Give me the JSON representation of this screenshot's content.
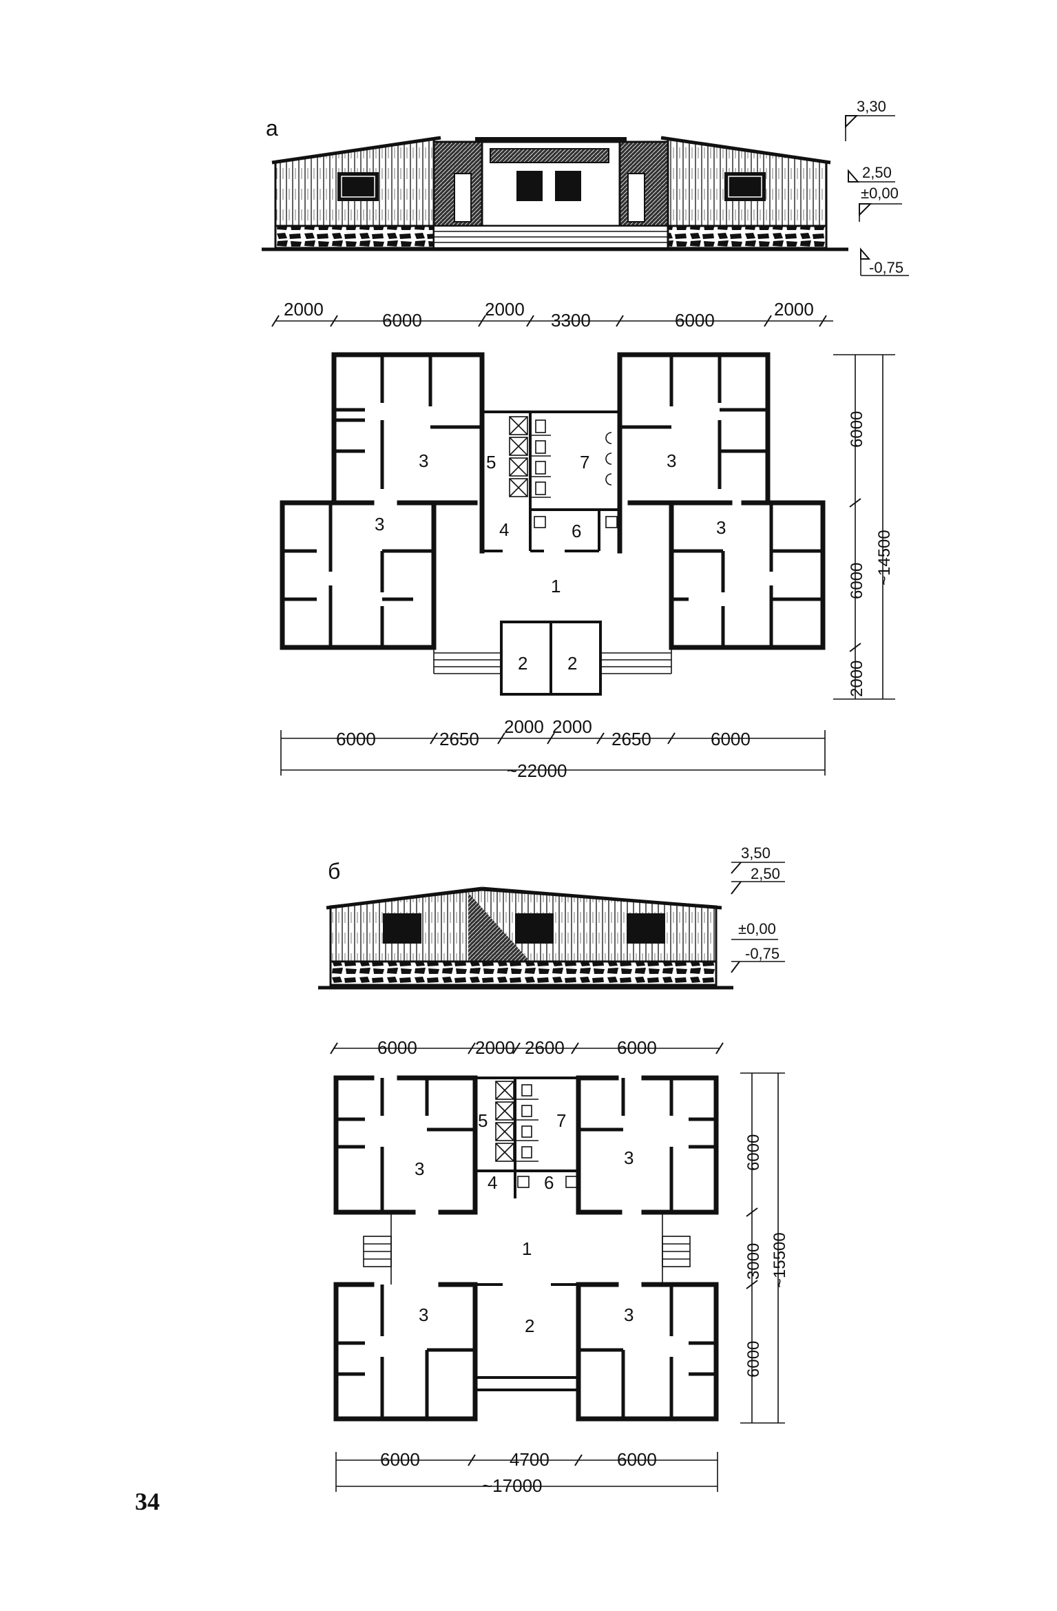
{
  "page_number": "34",
  "variant_a": {
    "label": "а",
    "levels": [
      "3,30",
      "2,50",
      "±0,00",
      "-0,75"
    ],
    "top_dims": [
      "2000",
      "6000",
      "2000",
      "3300",
      "6000",
      "2000"
    ],
    "right_dims": [
      "6000",
      "6000",
      "2000"
    ],
    "right_total": "~14500",
    "bottom_dims": [
      "6000",
      "2650",
      "2000",
      "2000",
      "2650",
      "6000"
    ],
    "bottom_total": "~22000",
    "rooms": {
      "r1": "1",
      "r2a": "2",
      "r2b": "2",
      "r3a": "3",
      "r3b": "3",
      "r3c": "3",
      "r3d": "3",
      "r4": "4",
      "r5": "5",
      "r6": "6",
      "r7": "7"
    }
  },
  "variant_b": {
    "label": "б",
    "levels": [
      "3,50",
      "2,50",
      "±0,00",
      "-0,75"
    ],
    "top_dims": [
      "6000",
      "2000",
      "2600",
      "6000"
    ],
    "right_dims": [
      "6000",
      "3000",
      "6000"
    ],
    "right_total": "~15500",
    "bottom_dims": [
      "6000",
      "4700",
      "6000"
    ],
    "bottom_total": "~17000",
    "rooms": {
      "r1": "1",
      "r2": "2",
      "r3a": "3",
      "r3b": "3",
      "r3c": "3",
      "r3d": "3",
      "r4": "4",
      "r5": "5",
      "r6": "6",
      "r7": "7"
    }
  }
}
